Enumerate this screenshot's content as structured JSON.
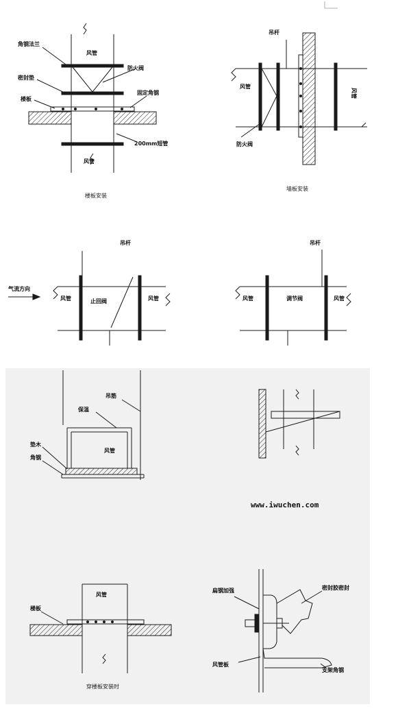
{
  "colors": {
    "ink": "#1a1a1a",
    "panel_bg": "#f2f2f2",
    "page_bg": "#ffffff"
  },
  "fig1": {
    "angle_flange": "角钢法兰",
    "seal_gasket": "密封垫",
    "floor_slab": "楼板",
    "duct_top": "风管",
    "fire_damper": "防火阀",
    "fixed_angle": "固定角钢",
    "short_pipe": "200mm短管",
    "duct_bottom": "风管",
    "caption": "楼板安装"
  },
  "fig2": {
    "hanger": "吊杆",
    "duct_left": "风管",
    "duct_right": "风管",
    "fire_damper": "防火阀",
    "caption": "墙板安装"
  },
  "fig3": {
    "hanger": "吊杆",
    "airflow": "气流方向",
    "duct_left": "风管",
    "check_valve": "止回阀",
    "duct_right": "风管"
  },
  "fig4": {
    "hanger": "吊杆",
    "duct_left": "风管",
    "regulating_valve": "调节阀",
    "duct_right": "风管"
  },
  "fig5": {
    "hanger_bar": "吊筋",
    "insulation": "保温",
    "duct": "风管",
    "wood_pad": "垫木",
    "angle_steel": "角钢"
  },
  "watermark": {
    "url": "www.iwuchen.com"
  },
  "fig7": {
    "duct": "风管",
    "floor_slab": "楼板",
    "caption": "穿楼板安装时"
  },
  "fig8": {
    "flat_steel": "扁钢加强",
    "sealant": "密封胶密封",
    "duct_plate": "风管板",
    "bracket_angle": "支架角钢"
  }
}
